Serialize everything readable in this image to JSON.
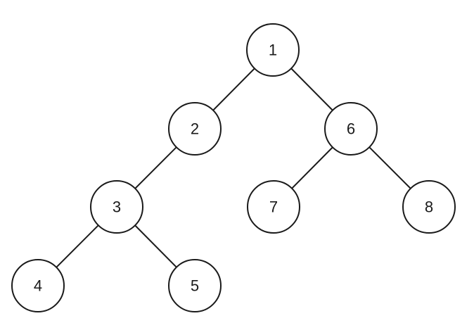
{
  "tree": {
    "nodes": [
      {
        "id": "1",
        "label": "1"
      },
      {
        "id": "2",
        "label": "2"
      },
      {
        "id": "3",
        "label": "3"
      },
      {
        "id": "4",
        "label": "4"
      },
      {
        "id": "5",
        "label": "5"
      },
      {
        "id": "6",
        "label": "6"
      },
      {
        "id": "7",
        "label": "7"
      },
      {
        "id": "8",
        "label": "8"
      }
    ],
    "edges": [
      {
        "from": "1",
        "to": "2"
      },
      {
        "from": "1",
        "to": "6"
      },
      {
        "from": "2",
        "to": "3"
      },
      {
        "from": "3",
        "to": "4"
      },
      {
        "from": "3",
        "to": "5"
      },
      {
        "from": "6",
        "to": "7"
      },
      {
        "from": "6",
        "to": "8"
      }
    ]
  },
  "colors": {
    "stroke": "#1a1a1a",
    "node_fill": "#ffffff",
    "background": "#ffffff"
  }
}
